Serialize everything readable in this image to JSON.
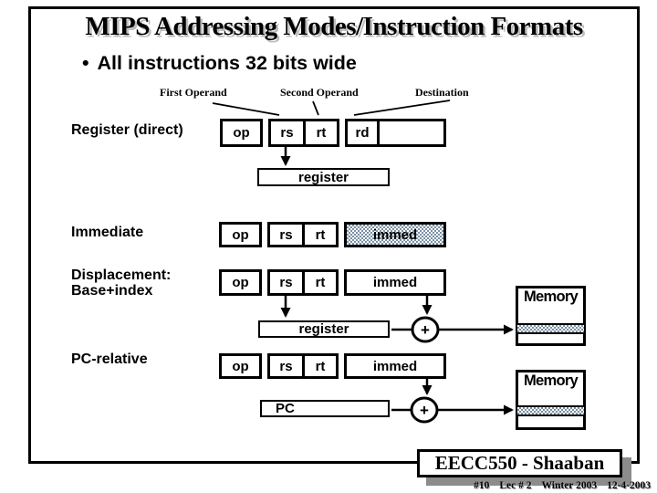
{
  "slide": {
    "title": "MIPS Addressing Modes/Instruction Formats",
    "bullet_glyph": "•",
    "bullet_text": "All instructions 32 bits wide",
    "field_labels": {
      "first_operand": "First Operand",
      "second_operand": "Second Operand",
      "destination": "Destination"
    }
  },
  "rows": {
    "register_direct": {
      "label": "Register (direct)",
      "cells": [
        "op",
        "rs",
        "rt",
        "rd",
        ""
      ]
    },
    "immediate": {
      "label": "Immediate",
      "cells": [
        "op",
        "rs",
        "rt",
        "immed"
      ]
    },
    "displacement": {
      "label_line1": "Displacement:",
      "label_line2": "Base+index",
      "cells": [
        "op",
        "rs",
        "rt",
        "immed"
      ]
    },
    "pc_relative": {
      "label": "PC-relative",
      "cells": [
        "op",
        "rs",
        "rt",
        "immed"
      ]
    }
  },
  "diagram": {
    "register_direct_target": "register",
    "displacement_register": "register",
    "pc_register": "PC",
    "displacement_memory": "Memory",
    "pc_memory": "Memory",
    "plus_symbol": "+"
  },
  "footer": {
    "course": "EECC550 - Shaaban",
    "note_parts": [
      "#10",
      "Lec # 2",
      "Winter 2003",
      "12-4-2003"
    ]
  },
  "colors": {
    "hatch_blue": "#7a91a4",
    "title_shadow_gray": "#bdbdbd",
    "box_shadow_gray": "#8c8c8c",
    "line_black": "#000000"
  }
}
